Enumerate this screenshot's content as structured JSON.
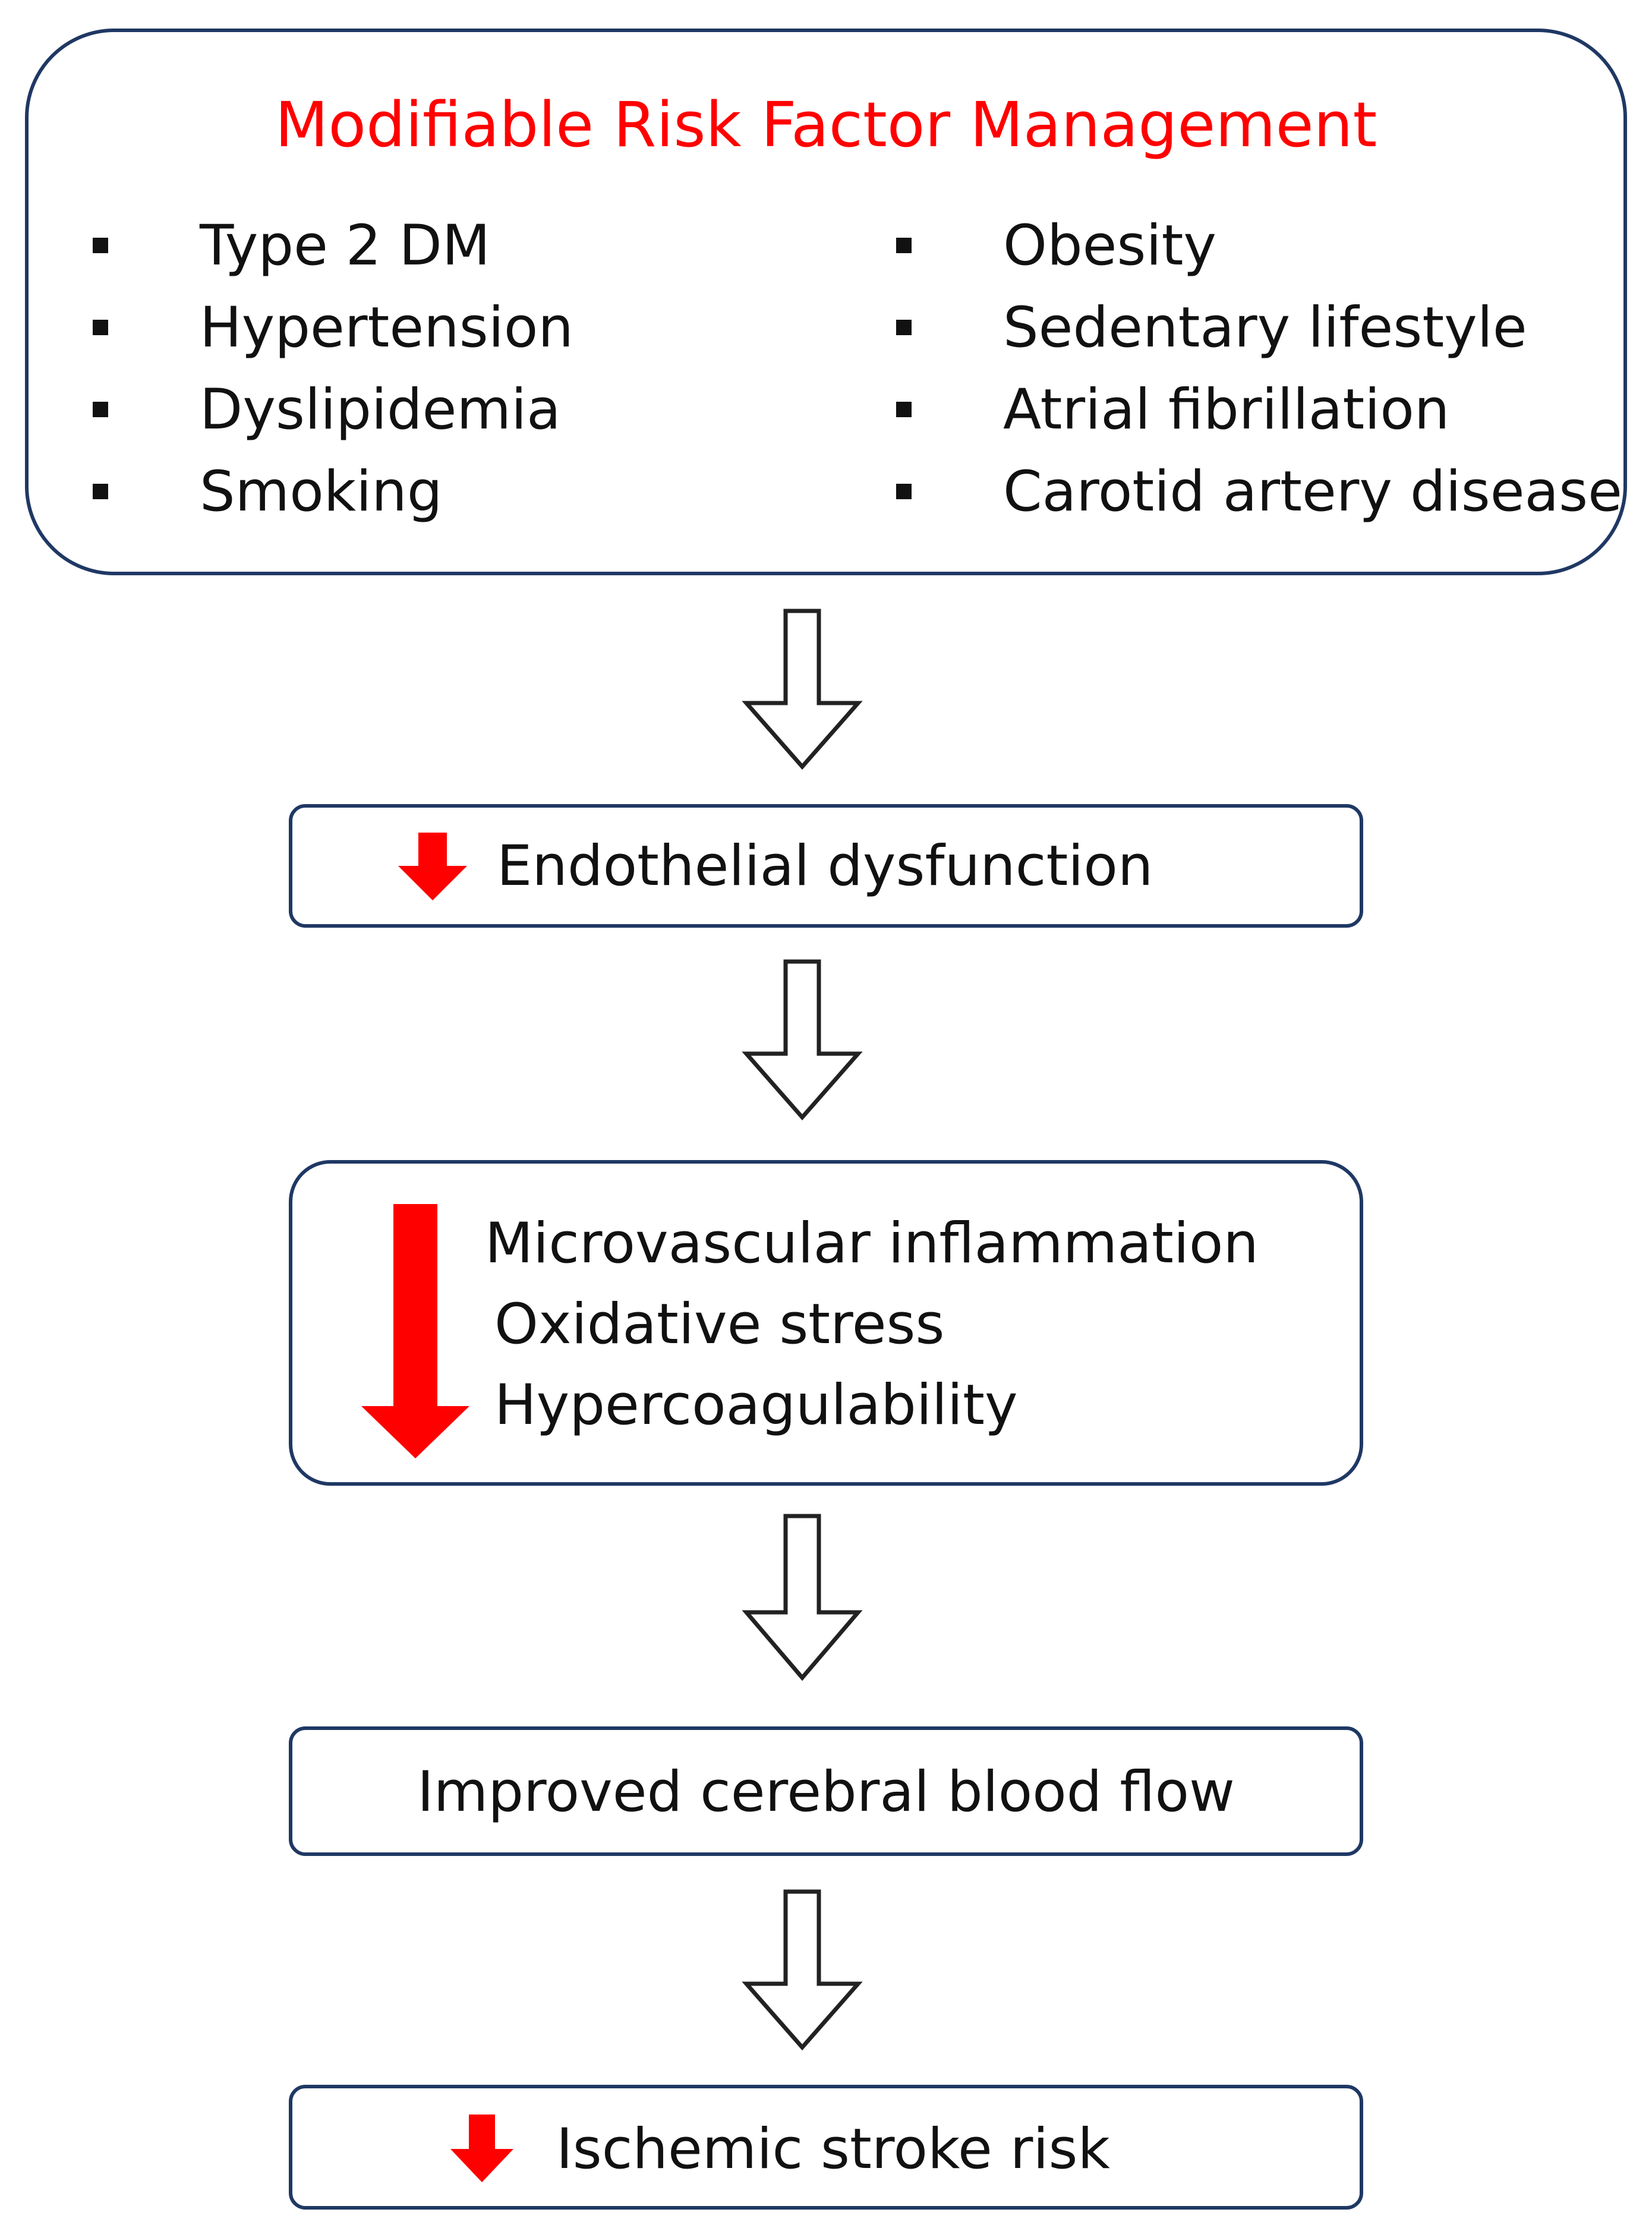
{
  "title": "Modifiable Risk Factor Management",
  "risk_factors": {
    "left": [
      "Type 2 DM",
      "Hypertension",
      "Dyslipidemia",
      "Smoking"
    ],
    "right": [
      "Obesity",
      "Sedentary lifestyle",
      "Atrial fibrillation",
      "Carotid artery disease"
    ]
  },
  "steps": {
    "endothelial": "Endothelial dysfunction",
    "micro": {
      "line1": "Microvascular inflammation",
      "line2": "Oxidative stress",
      "line3": "Hypercoagulability"
    },
    "blood_flow": "Improved cerebral blood flow",
    "stroke": "Ischemic stroke risk"
  },
  "colors": {
    "title": "#ff0000",
    "decrease_arrow": "#ff0000",
    "box_border": "#1f3864",
    "flow_arrow_stroke": "#222222"
  },
  "icons": {
    "decrease": "down-arrow-icon",
    "flow": "hollow-down-arrow-icon"
  }
}
